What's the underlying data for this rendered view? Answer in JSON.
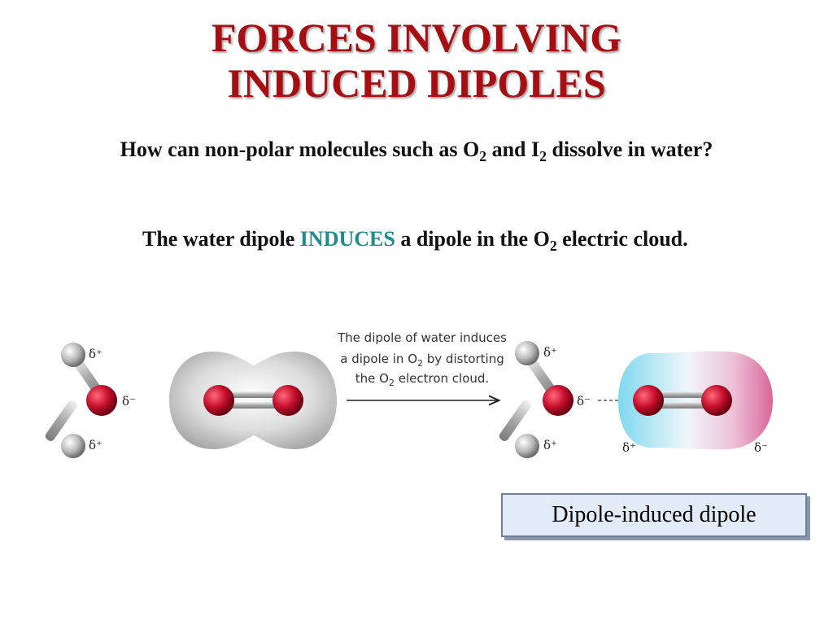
{
  "title": {
    "line1": "FORCES INVOLVING",
    "line2": "INDUCED DIPOLES"
  },
  "question": {
    "part1": "How can non-polar molecules such as O",
    "sub1": "2",
    "part2": " and I",
    "sub2": "2",
    "part3": " dissolve in water?"
  },
  "statement": {
    "part1": "The water dipole ",
    "highlight": "INDUCES",
    "part2": " a dipole in the O",
    "sub": "2",
    "part3": " electric cloud."
  },
  "diagram": {
    "caption": {
      "line1": "The dipole of water induces",
      "line2_a": "a dipole in O",
      "line2_sub": "2",
      "line2_b": " by distorting",
      "line3_a": "the O",
      "line3_sub": "2",
      "line3_b": " electron cloud."
    },
    "delta_plus": "δ⁺",
    "delta_minus": "δ⁻",
    "colors": {
      "oxygen": "#c8102e",
      "hydrogen": "#c0c0c0",
      "cloud_neutral": "#cfcfcf",
      "cloud_positive": "#7fd8f0",
      "cloud_negative": "#e07aa8"
    }
  },
  "label": "Dipole-induced dipole"
}
